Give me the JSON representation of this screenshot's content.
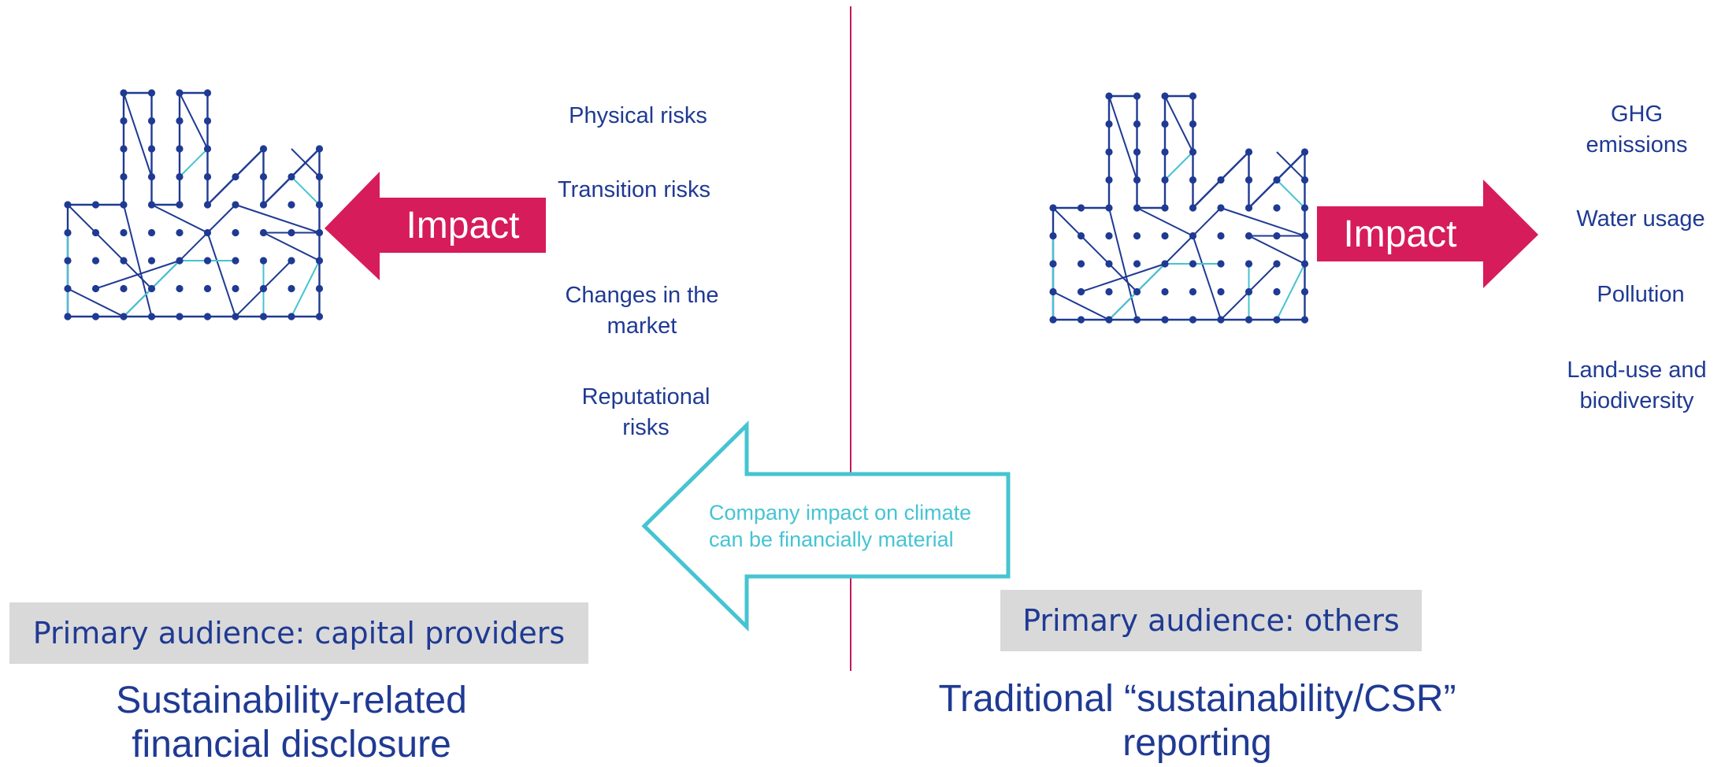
{
  "left_panel": {
    "risks": [
      "Physical risks",
      "Transition risks",
      "Changes in the market",
      "Reputational risks"
    ],
    "impact_label": "Impact",
    "audience": "Primary audience: capital providers",
    "title": "Sustainability-related financial disclosure"
  },
  "right_panel": {
    "topics": [
      "GHG emissions",
      "Water usage",
      "Pollution",
      "Land-use and biodiversity"
    ],
    "impact_label": "Impact",
    "audience": "Primary audience: others",
    "title": "Traditional “sustainability/CSR” reporting"
  },
  "callout": {
    "line1": "Company impact on climate",
    "line2": "can be financially material"
  },
  "colors": {
    "navy": "#1f3a93",
    "magenta": "#d61c5a",
    "teal": "#45c4d2",
    "divider": "#c2185b",
    "audience_bg": "#d9d9d9"
  }
}
